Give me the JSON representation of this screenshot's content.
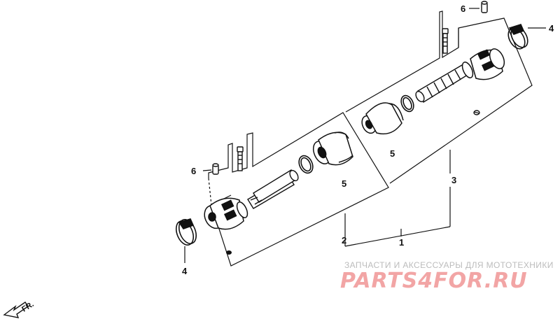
{
  "diagram": {
    "callouts": {
      "part_1": "1",
      "part_2": "2",
      "part_3": "3",
      "part_4_left": "4",
      "part_4_right": "4",
      "part_5_left": "5",
      "part_5_right": "5",
      "part_6_left": "6",
      "part_6_right": "6"
    },
    "direction_tag": "FR."
  },
  "watermark": {
    "tagline": "ЗАПЧАСТИ И АКСЕССУАРЫ ДЛЯ МОТОТЕХНИКИ",
    "logo": "PARTS4FOR.RU"
  },
  "colors": {
    "line": "#111111",
    "watermark_text": "#bcbcbc",
    "watermark_logo": "#f2a5a5"
  }
}
